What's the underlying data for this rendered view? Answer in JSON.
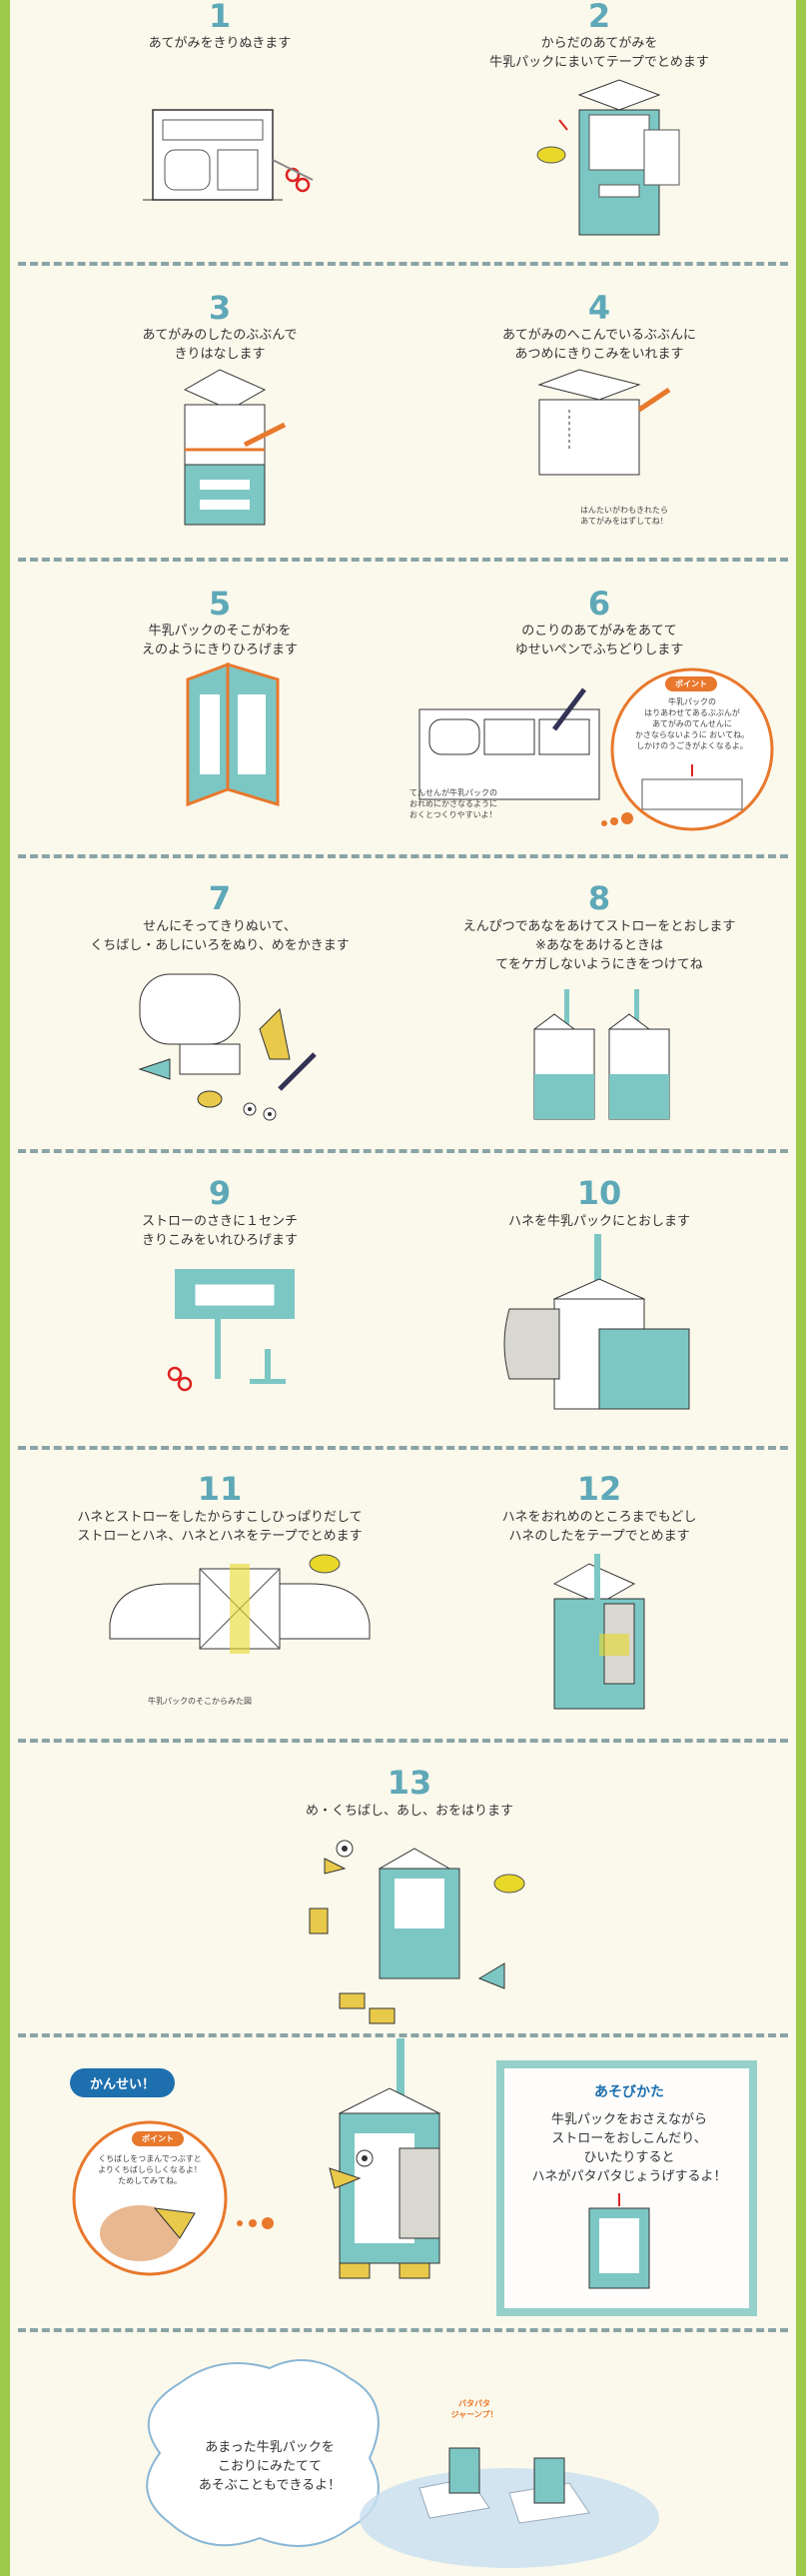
{
  "steps": [
    {
      "n": "1",
      "text": "あてがみをきりぬきます"
    },
    {
      "n": "2",
      "text": "からだのあてがみを\n牛乳パックにまいてテープでとめます"
    },
    {
      "n": "3",
      "text": "あてがみのしたのぶぶんで\nきりはなします"
    },
    {
      "n": "4",
      "text": "あてがみのへこんでいるぶぶんに\nあつめにきりこみをいれます",
      "note": "はんたいがわもきれたら\nあてがみをはずしてね！"
    },
    {
      "n": "5",
      "text": "牛乳パックのそこがわを\nえのようにきりひろげます"
    },
    {
      "n": "6",
      "text": "のこりのあてがみをあてて\nゆせいペンでふちどりします",
      "note": "てんせんが牛乳パックの\nおれめにかさなるように\nおくとつくりやすいよ！",
      "point_label": "ポイント",
      "point_text": "牛乳パックの\nはりあわせてあるぶぶんが\nあてがみのてんせんに\nかさならないように おいてね。\nしかけのうごきがよくなるよ。"
    },
    {
      "n": "7",
      "text": "せんにそってきりぬいて、\nくちばし・あしにいろをぬり、めをかきます"
    },
    {
      "n": "8",
      "text": "えんぴつであなをあけてストローをとおします\n※あなをあけるときは\nてをケガしないようにきをつけてね"
    },
    {
      "n": "9",
      "text": "ストローのさきに１センチ\nきりこみをいれひろげます"
    },
    {
      "n": "10",
      "text": "ハネを牛乳パックにとおします"
    },
    {
      "n": "11",
      "text": "ハネとストローをしたからすこしひっぱりだして\nストローとハネ、ハネとハネをテープでとめます",
      "note": "牛乳パックのそこからみた図"
    },
    {
      "n": "12",
      "text": "ハネをおれめのところまでもどし\nハネのしたをテープでとめます"
    },
    {
      "n": "13",
      "text": "め・くちばし、あし、おをはります"
    }
  ],
  "done": {
    "badge": "かんせい！",
    "point_label": "ポイント",
    "point_text": "くちばしをつまんでつぶすと\nよりくちばしらしくなるよ！\nためしてみてね。"
  },
  "play": {
    "title": "あそびかた",
    "text": "牛乳パックをおさえながら\nストローをおしこんだり、\nひいたりすると\nハネがパタパタじょうげするよ！"
  },
  "bubble": {
    "text": "あまった牛乳パックを\nこおりにみたてて\nあそぶこともできるよ！"
  },
  "sfx": {
    "text": "パタパタ\nジャーンプ！"
  },
  "colors": {
    "bg_green": "#9cc94a",
    "paper": "#fbf9ec",
    "teal": "#7cc7c4",
    "number_blue": "#5ea8b8",
    "orange": "#e8782c",
    "badge_blue": "#1e6fae"
  }
}
